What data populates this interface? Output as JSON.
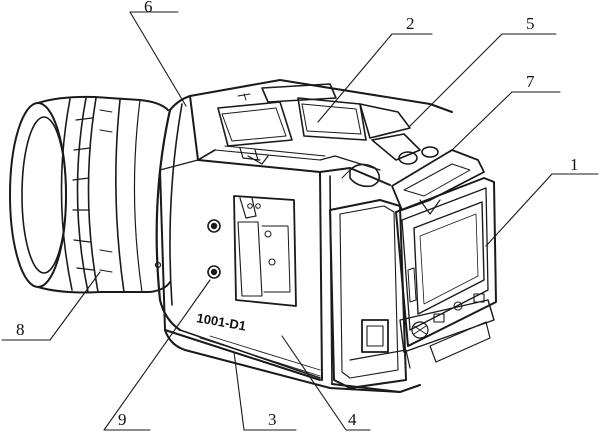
{
  "figure": {
    "body_marking": "1001-D1",
    "callouts": [
      {
        "id": "c1",
        "label": "1"
      },
      {
        "id": "c2",
        "label": "2"
      },
      {
        "id": "c3",
        "label": "3"
      },
      {
        "id": "c4",
        "label": "4"
      },
      {
        "id": "c5",
        "label": "5"
      },
      {
        "id": "c6",
        "label": "6"
      },
      {
        "id": "c7",
        "label": "7"
      },
      {
        "id": "c8",
        "label": "8"
      },
      {
        "id": "c9",
        "label": "9"
      }
    ]
  }
}
